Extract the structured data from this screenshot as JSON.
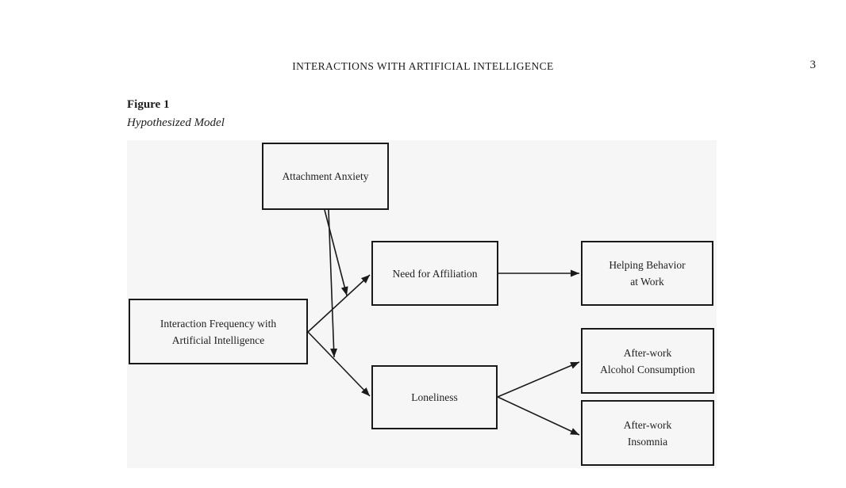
{
  "page": {
    "running_head": "INTERACTIONS WITH ARTIFICIAL INTELLIGENCE",
    "page_number": "3"
  },
  "figure": {
    "label": "Figure 1",
    "title": "Hypothesized Model"
  },
  "diagram": {
    "nodes": {
      "attachment_anxiety": {
        "label": "Attachment Anxiety"
      },
      "need_for_affiliation": {
        "label": "Need for Affiliation"
      },
      "helping_behavior": {
        "label": "Helping Behavior\nat Work"
      },
      "interaction_frequency": {
        "label": "Interaction Frequency with\nArtificial Intelligence"
      },
      "alcohol_consumption": {
        "label": "After-work\nAlcohol Consumption"
      },
      "loneliness": {
        "label": "Loneliness"
      },
      "insomnia": {
        "label": "After-work\nInsomnia"
      }
    },
    "edges": [
      {
        "from": "interaction_frequency",
        "to": "need_for_affiliation",
        "type": "direct"
      },
      {
        "from": "interaction_frequency",
        "to": "loneliness",
        "type": "direct"
      },
      {
        "from": "need_for_affiliation",
        "to": "helping_behavior",
        "type": "direct"
      },
      {
        "from": "loneliness",
        "to": "alcohol_consumption",
        "type": "direct"
      },
      {
        "from": "loneliness",
        "to": "insomnia",
        "type": "direct"
      },
      {
        "from": "attachment_anxiety",
        "to": "path:interaction_frequency->need_for_affiliation",
        "type": "moderation"
      },
      {
        "from": "attachment_anxiety",
        "to": "path:interaction_frequency->loneliness",
        "type": "moderation"
      }
    ],
    "colors": {
      "box_border": "#1a1a1a",
      "arrow": "#1a1a1a",
      "canvas_background": "#f6f6f6",
      "text": "#1f1f1f",
      "page_background": "#ffffff"
    }
  }
}
